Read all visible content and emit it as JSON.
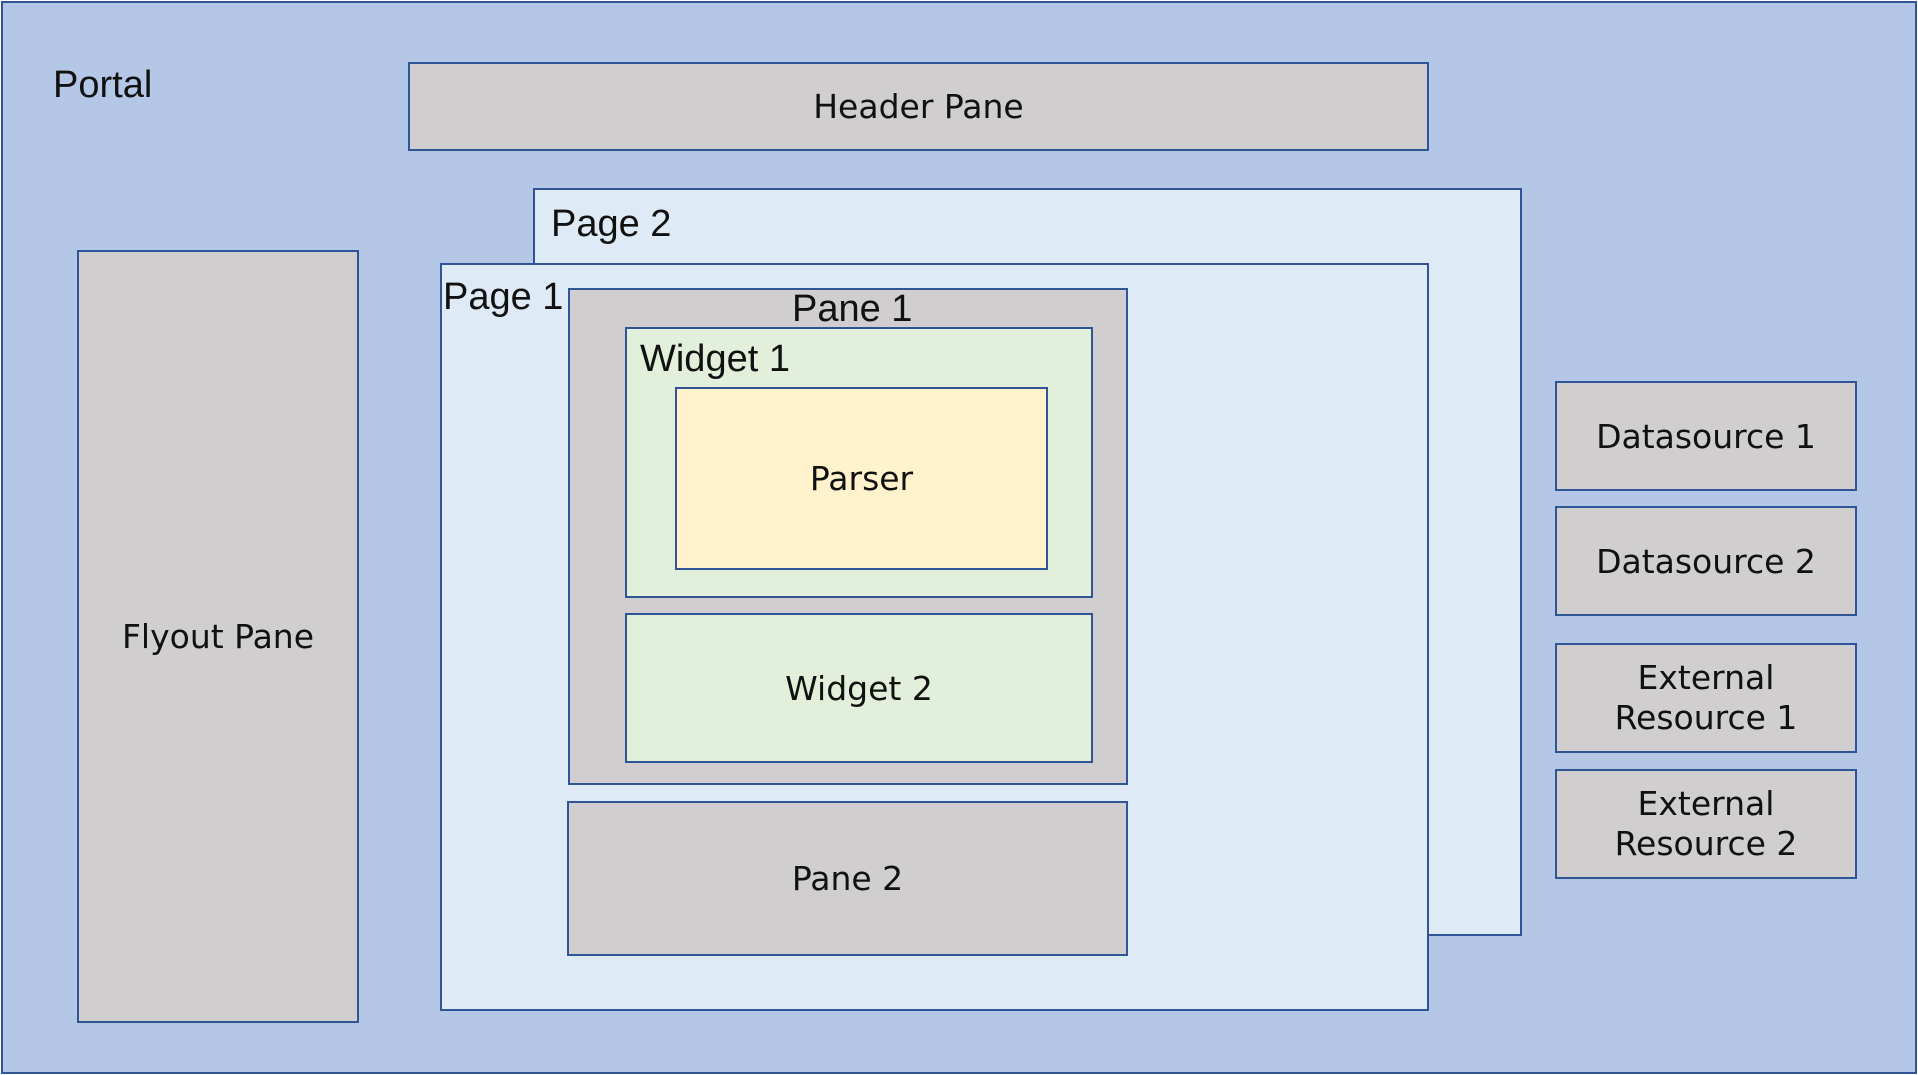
{
  "portal": {
    "label": "Portal"
  },
  "header_pane": {
    "label": "Header Pane"
  },
  "flyout_pane": {
    "label": "Flyout Pane"
  },
  "page_2": {
    "label": "Page 2"
  },
  "page_1": {
    "label": "Page 1",
    "pane_1": {
      "label": "Pane 1",
      "widget_1": {
        "label": "Widget 1",
        "parser": {
          "label": "Parser"
        }
      },
      "widget_2": {
        "label": "Widget 2"
      }
    },
    "pane_2": {
      "label": "Pane 2"
    }
  },
  "resources": {
    "datasource_1": "Datasource 1",
    "datasource_2": "Datasource 2",
    "external_resource_1": "External\nResource 1",
    "external_resource_2": "External\nResource 2"
  },
  "colors": {
    "portal_fill": "#b4c7e7",
    "page_fill": "#deebf7",
    "pane_fill": "#d0cece",
    "widget_fill": "#e2efda",
    "parser_fill": "#fff2cc",
    "border": "#2f5597"
  }
}
